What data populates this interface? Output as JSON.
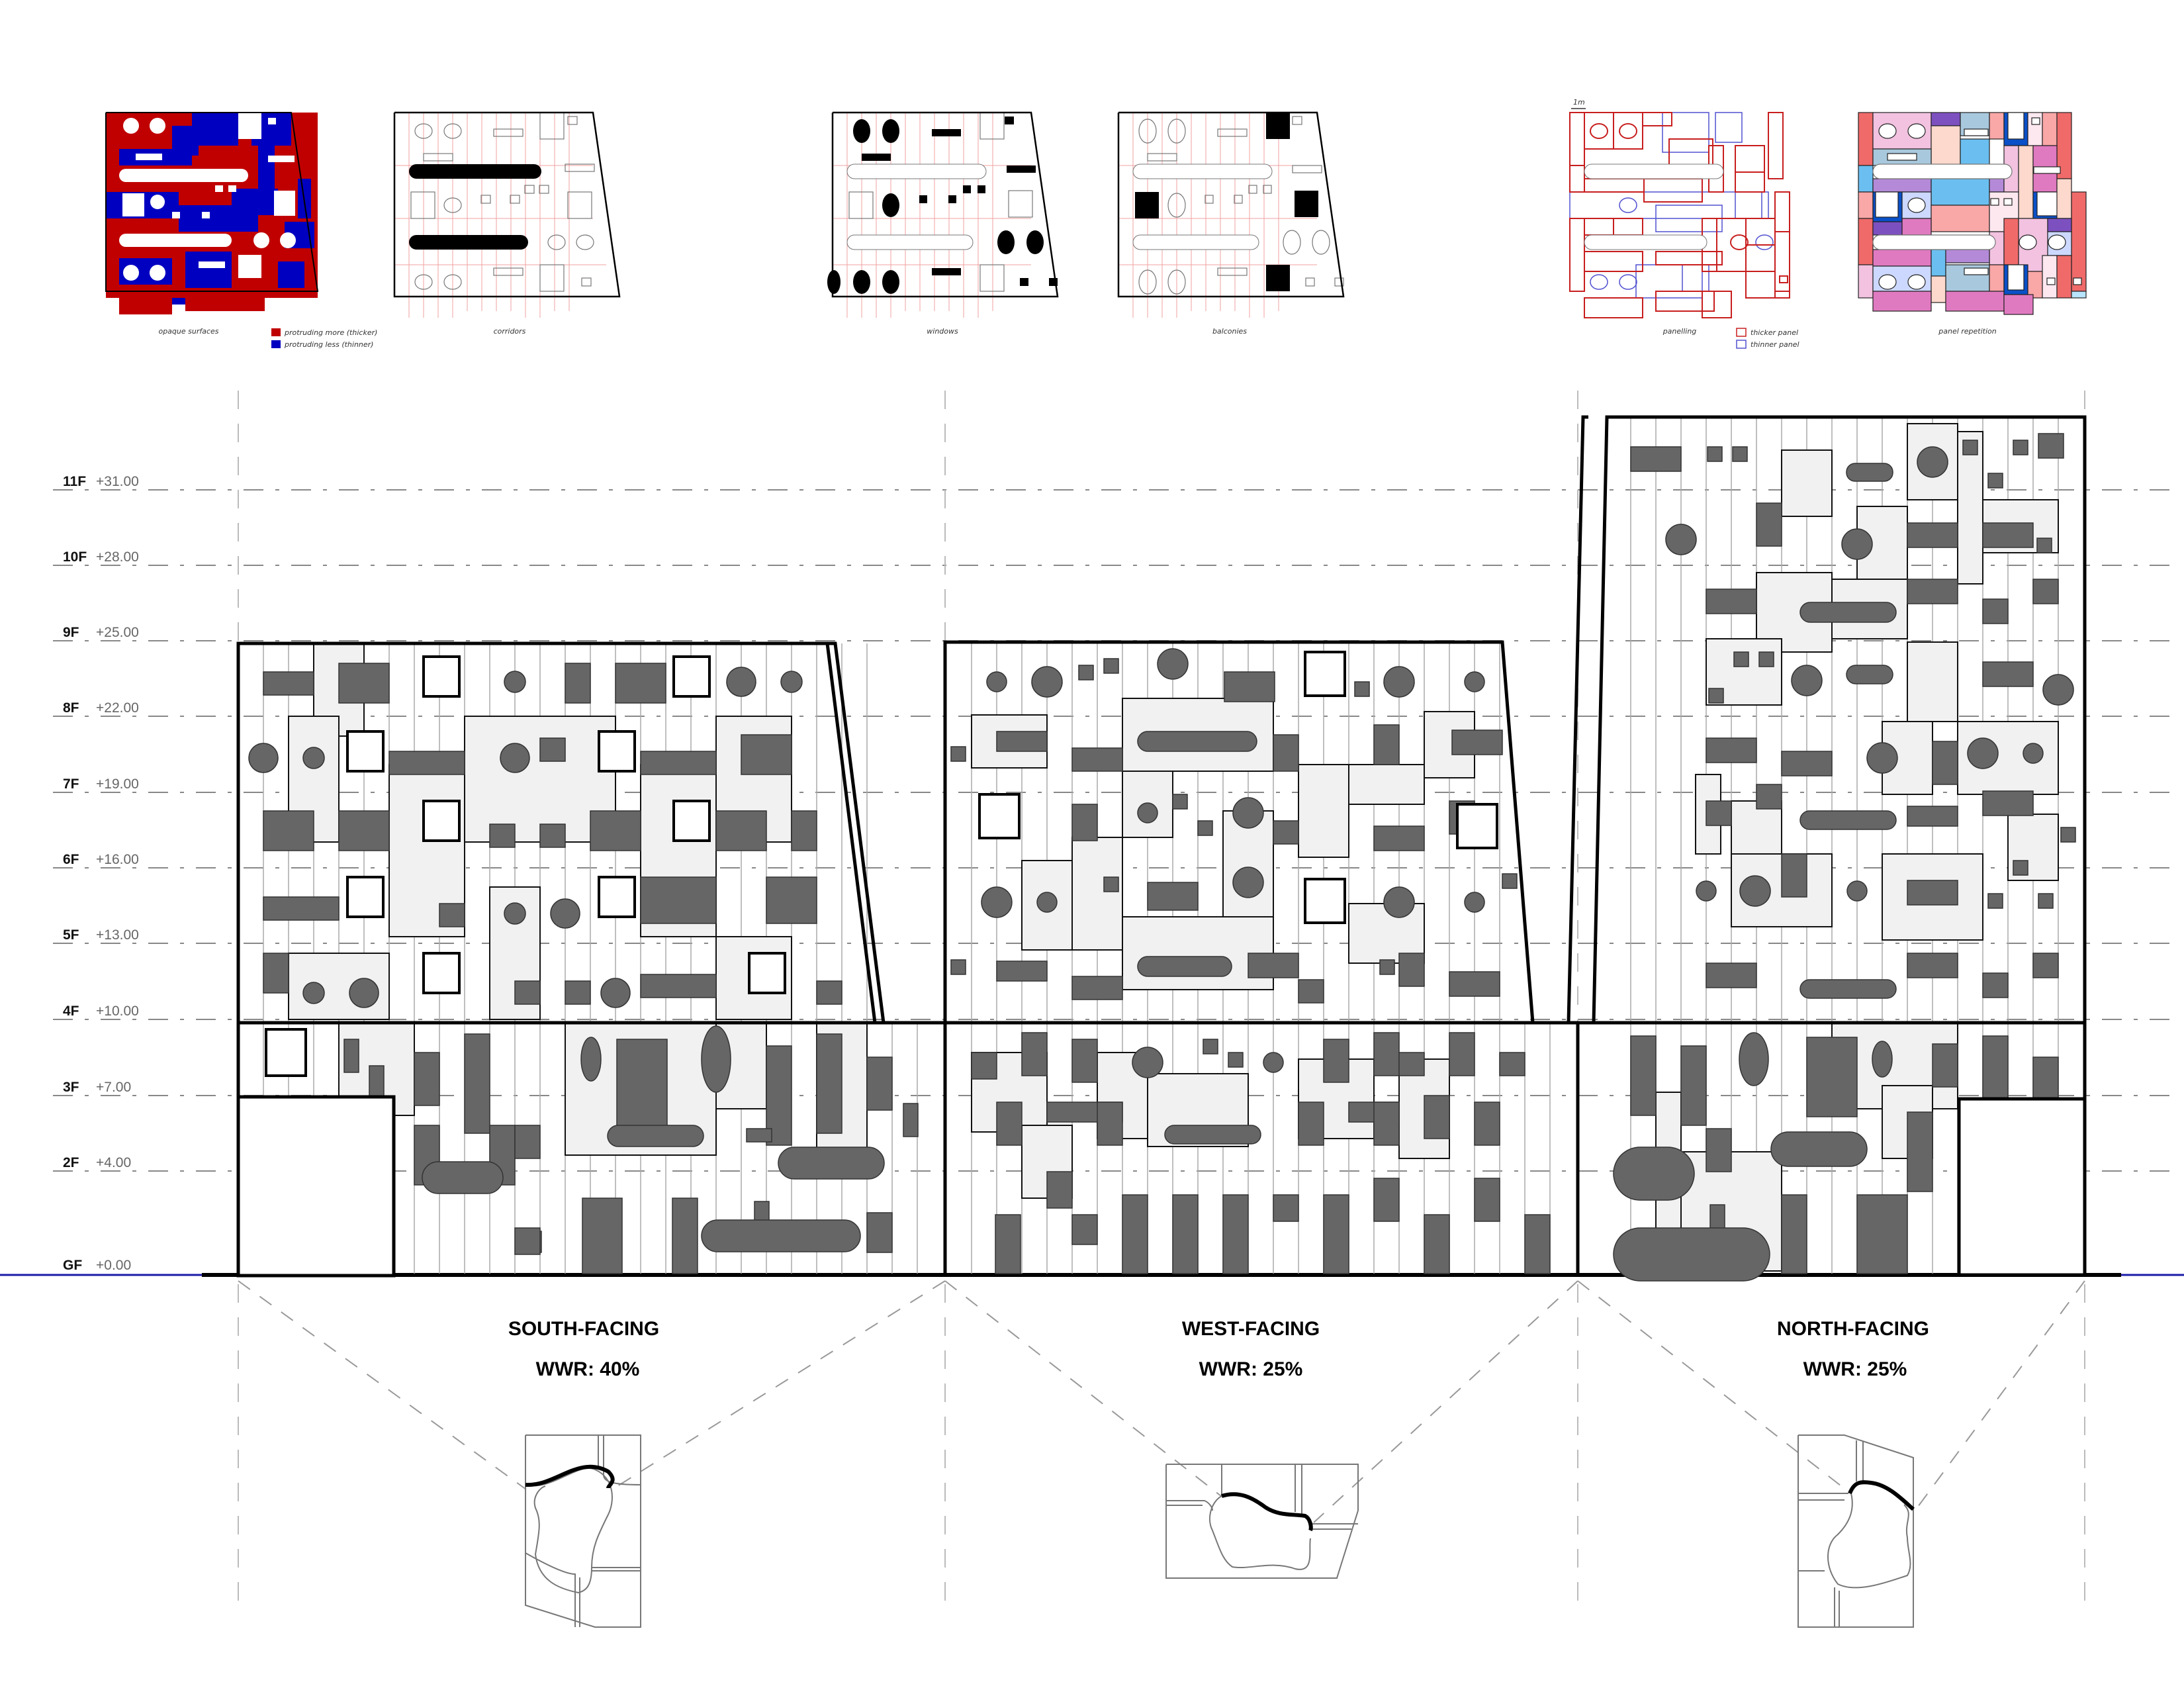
{
  "thumbnails": [
    {
      "id": "opaque",
      "caption": "opaque surfaces",
      "legend": [
        {
          "label": "protruding more (thicker)",
          "color": "#c00000"
        },
        {
          "label": "protruding less (thinner)",
          "color": "#0000c0"
        }
      ]
    },
    {
      "id": "corridors",
      "caption": "corridors"
    },
    {
      "id": "windows",
      "caption": "windows"
    },
    {
      "id": "balconies",
      "caption": "balconies"
    },
    {
      "id": "panelling",
      "caption": "panelling",
      "scale": "1m",
      "legend": [
        {
          "label": "thicker panel",
          "color": "#c81e1e"
        },
        {
          "label": "thinner panel",
          "color": "#5050d0"
        }
      ]
    },
    {
      "id": "repetition",
      "caption": "panel repetition"
    }
  ],
  "levels": [
    {
      "name": "11F",
      "value": "+31.00"
    },
    {
      "name": "10F",
      "value": "+28.00"
    },
    {
      "name": "9F",
      "value": "+25.00"
    },
    {
      "name": "8F",
      "value": "+22.00"
    },
    {
      "name": "7F",
      "value": "+19.00"
    },
    {
      "name": "6F",
      "value": "+16.00"
    },
    {
      "name": "5F",
      "value": "+13.00"
    },
    {
      "name": "4F",
      "value": "+10.00"
    },
    {
      "name": "3F",
      "value": "+7.00"
    },
    {
      "name": "2F",
      "value": "+4.00"
    },
    {
      "name": "GF",
      "value": "+0.00"
    }
  ],
  "facades": [
    {
      "title": "SOUTH-FACING",
      "wwr": "WWR: 40%"
    },
    {
      "title": "WEST-FACING",
      "wwr": "WWR: 25%"
    },
    {
      "title": "NORTH-FACING",
      "wwr": "WWR: 25%"
    }
  ],
  "colors": {
    "opaque_thick": "#c00000",
    "opaque_thin": "#0000c0",
    "window_fill": "#666666",
    "ground_line": "#1a1aa8",
    "hatch_fill": "#f1f1f1"
  }
}
